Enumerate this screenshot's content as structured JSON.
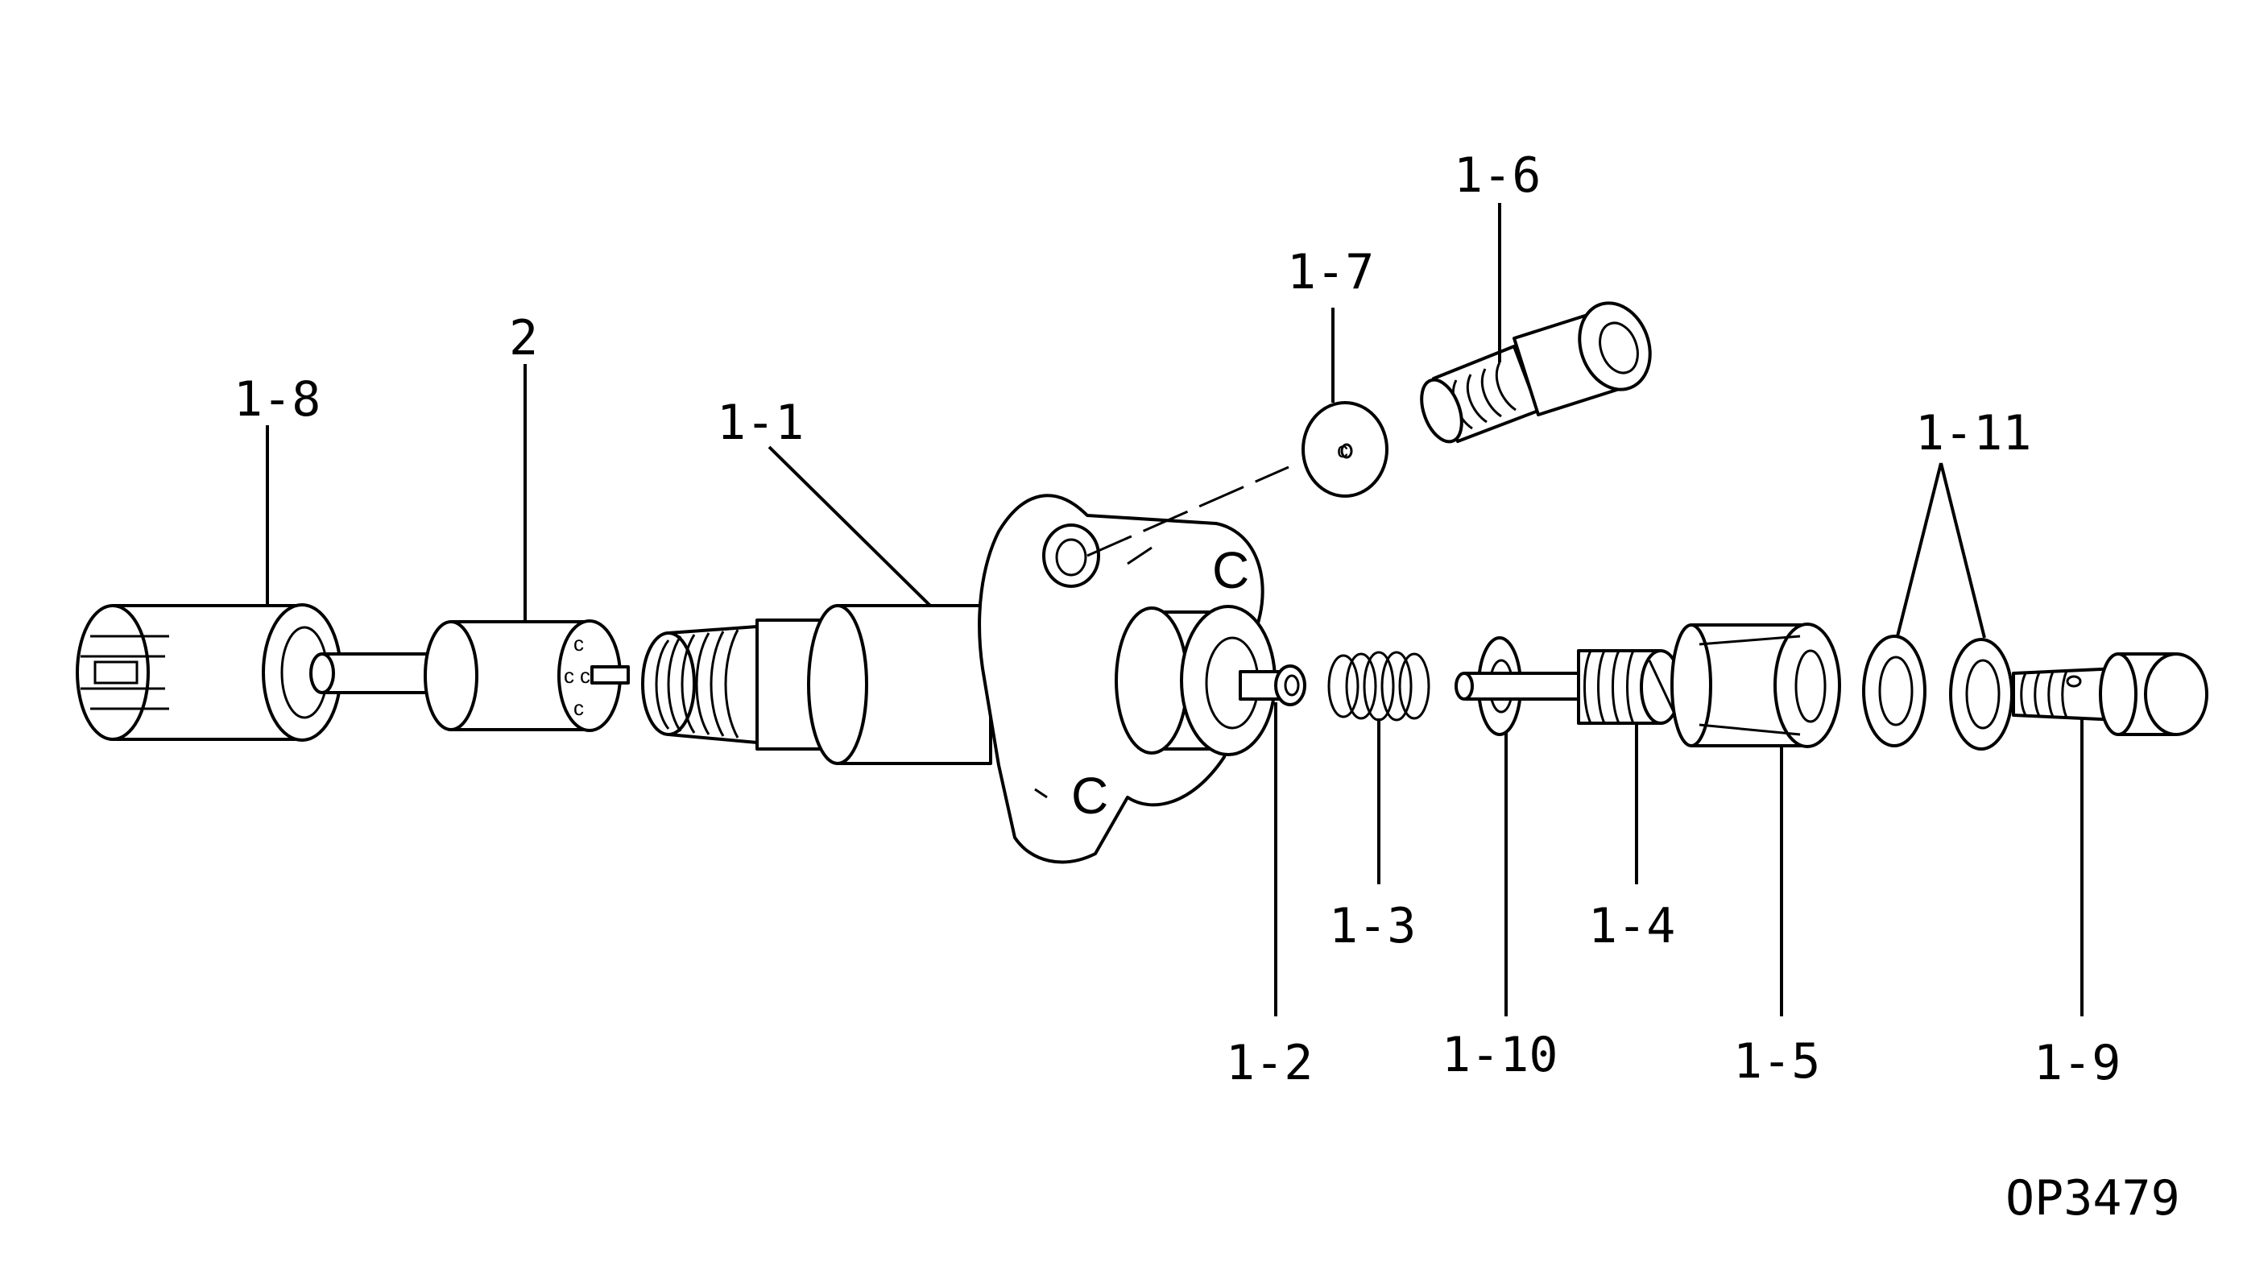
{
  "figure_code": "OP3479",
  "callouts": {
    "c1_1": "1-1",
    "c1_2": "1-2",
    "c1_3": "1-3",
    "c1_4": "1-4",
    "c1_5": "1-5",
    "c1_6": "1-6",
    "c1_7": "1-7",
    "c1_8": "1-8",
    "c1_9": "1-9",
    "c1_10": "1-10",
    "c1_11": "1-11",
    "c2": "2"
  },
  "colors": {
    "line": "#000000",
    "background": "#ffffff"
  }
}
